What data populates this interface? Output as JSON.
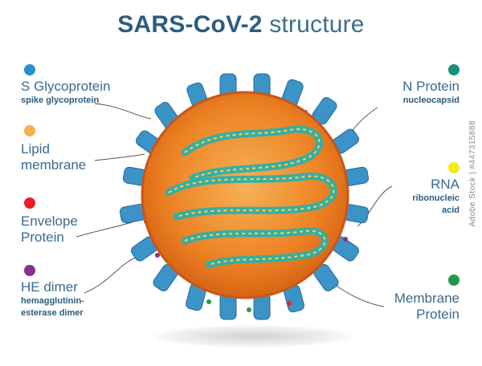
{
  "title": {
    "main": "SARS-CoV-2",
    "rest": " structure"
  },
  "labels": {
    "s_glycoprotein": {
      "main": "S Glycoprotein",
      "sub": "spike glycoprotein",
      "dot_color": "#2a8ec8"
    },
    "lipid": {
      "main": "Lipid",
      "main2": "membrane",
      "dot_color": "#f2b14a"
    },
    "envelope": {
      "main": "Envelope",
      "main2": "Protein",
      "dot_color": "#e8202a"
    },
    "he_dimer": {
      "main": "HE dimer",
      "sub": "hemagglutinin-",
      "sub2": "esterase dimer",
      "dot_color": "#8a2f8c"
    },
    "n_protein": {
      "main": "N Protein",
      "sub": "nucleocapsid",
      "dot_color": "#139179"
    },
    "rna": {
      "main": "RNA",
      "sub": "ribonucleic",
      "sub2": "acid",
      "dot_color": "#f4ea1c"
    },
    "membrane": {
      "main": "Membrane",
      "main2": "Protein",
      "dot_color": "#1f9a4a"
    }
  },
  "watermark": "Adobe Stock | #447315888",
  "colors": {
    "spike": "#3c93c8",
    "spike_dark": "#26689a",
    "shell": "#e9731c",
    "shell_inner": "#f29a35",
    "rna": "#2fb0a8"
  }
}
